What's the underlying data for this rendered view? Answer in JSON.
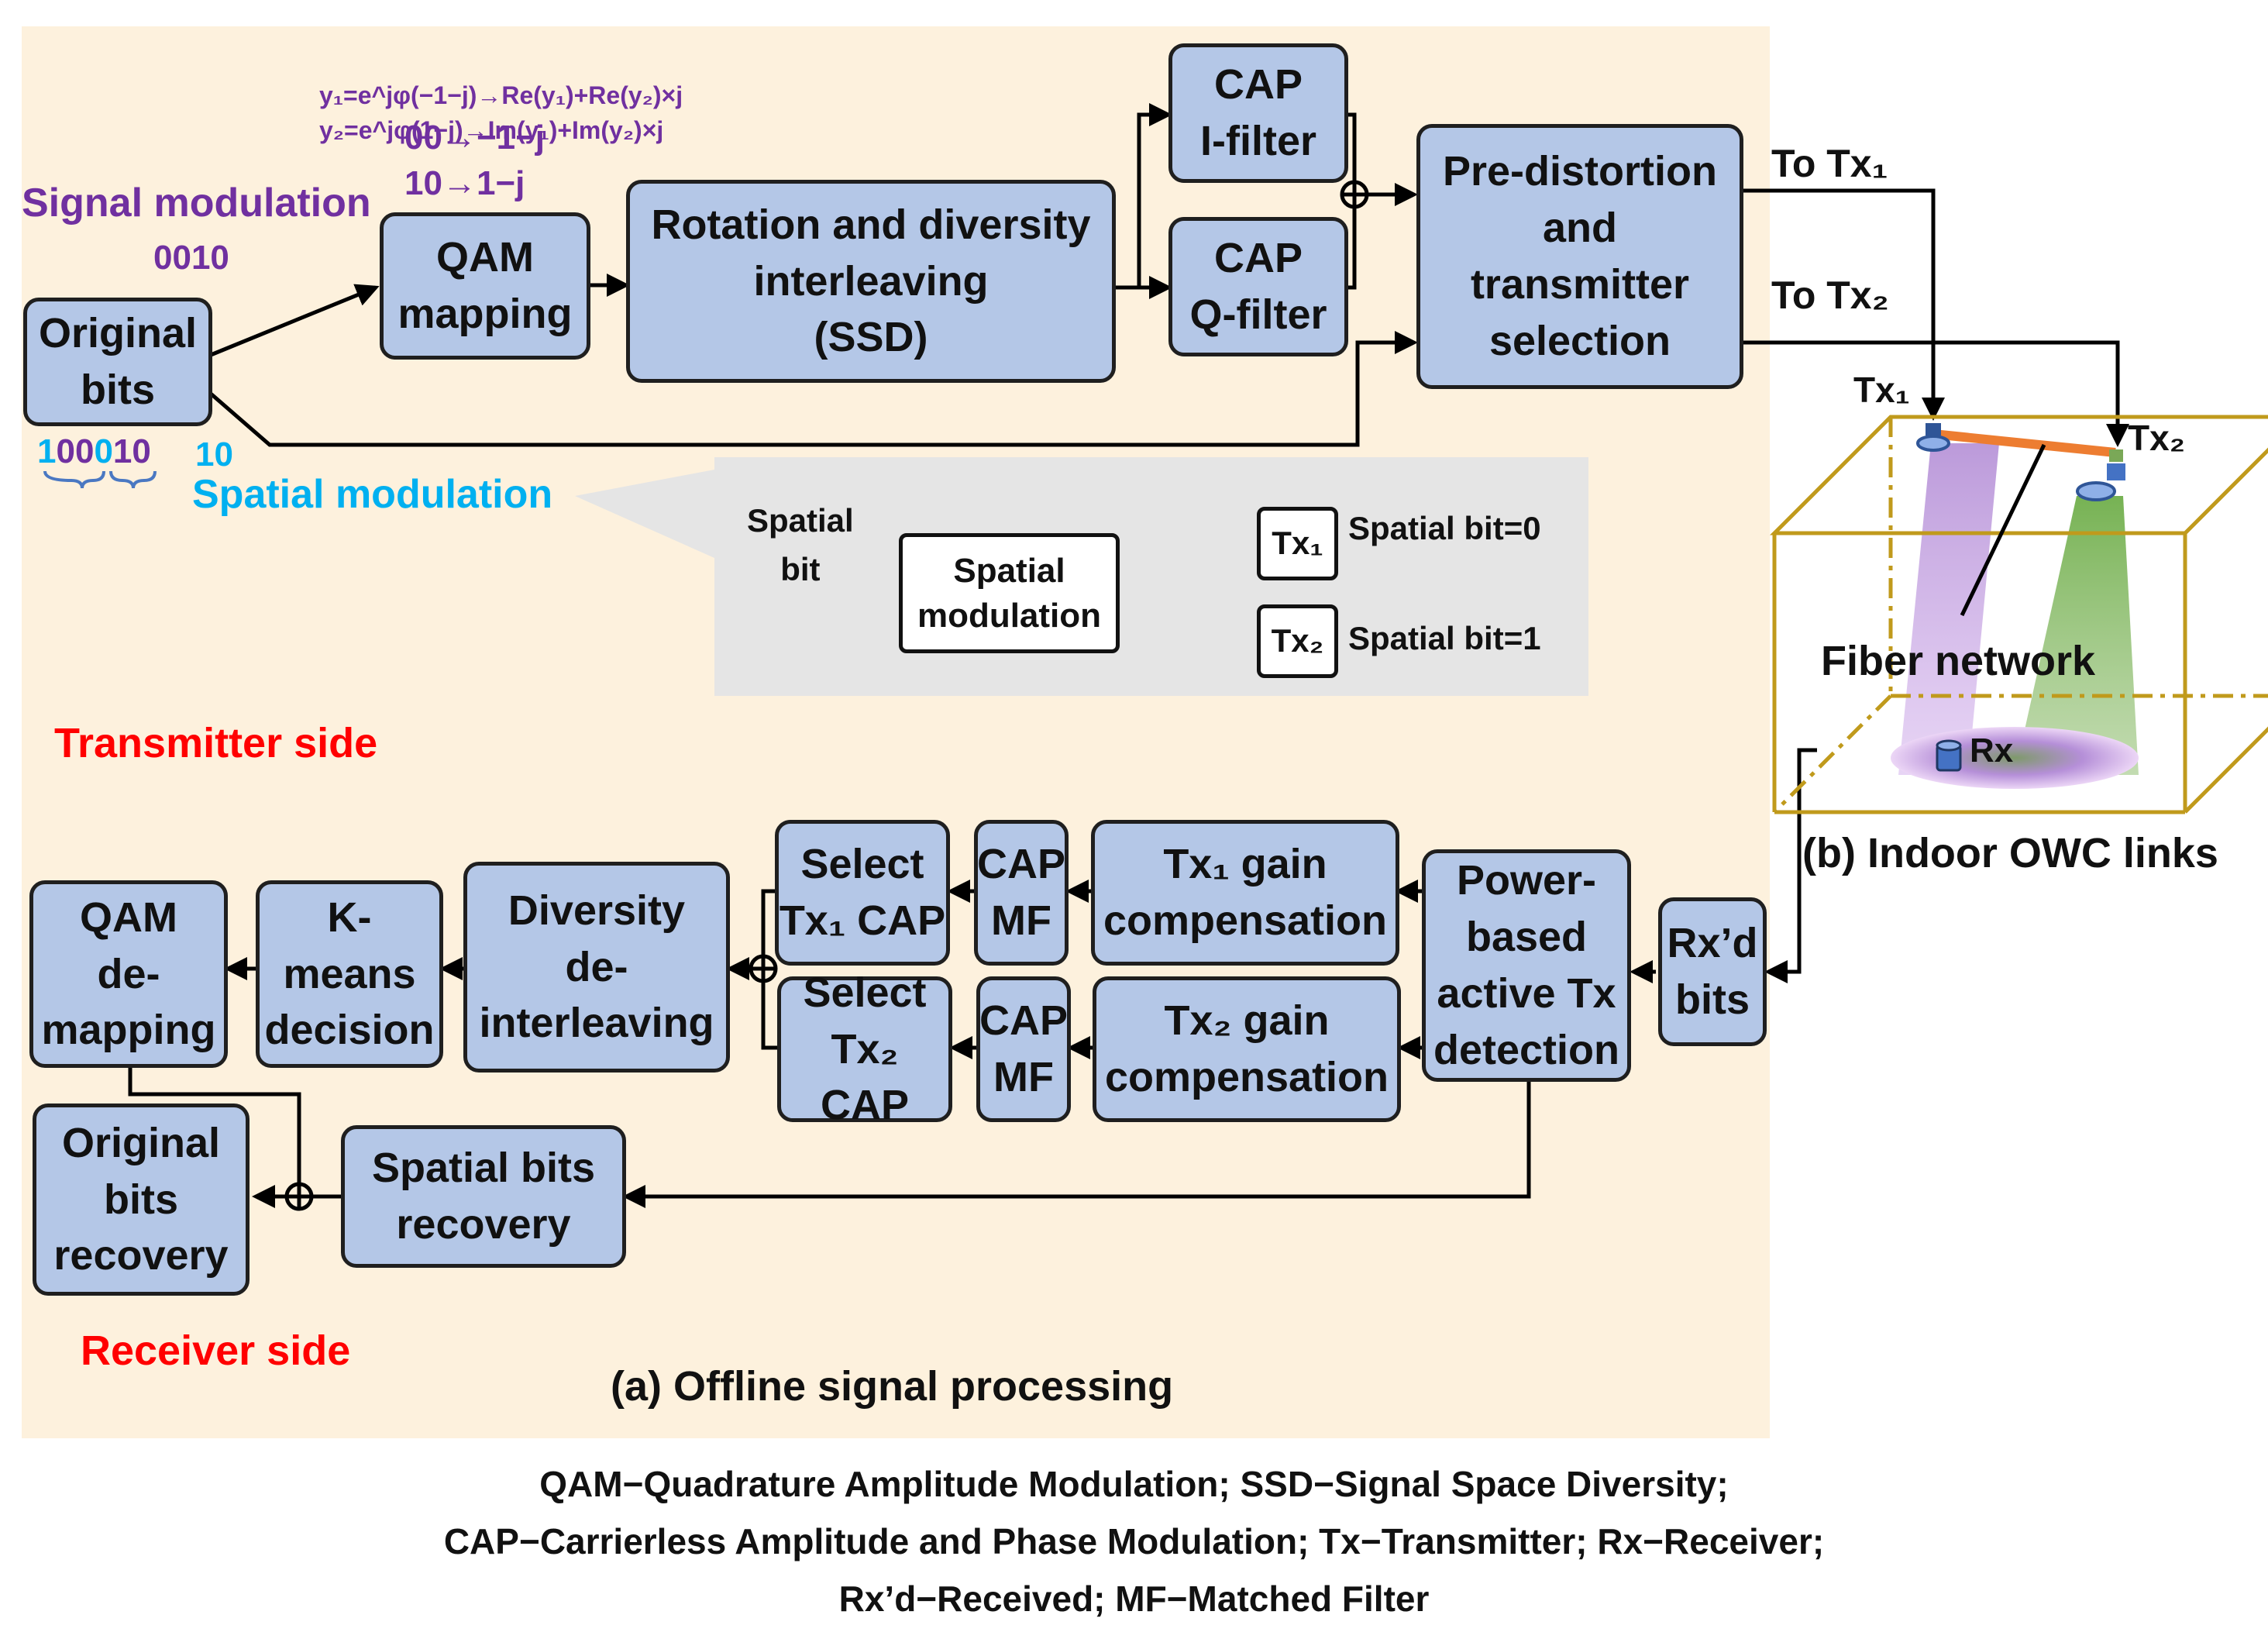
{
  "panel_a_caption": "(a) Offline signal processing",
  "panel_b_caption": "(b) Indoor OWC links",
  "transmitter": {
    "side_label": "Transmitter side",
    "signal_modulation_label": "Signal modulation",
    "spatial_modulation_label": "Spatial modulation",
    "signal_bits": "0010",
    "spatial_bits": "10",
    "bit_sequence": {
      "p1": "1",
      "p2": "00",
      "p3": "0",
      "p4": "10"
    },
    "qam_rule_1": "00→−1−j",
    "qam_rule_2": "10→1−j",
    "rotation_eq_1": "y₁=e^jφ(−1−j)→Re(y₁)+Re(y₂)×j",
    "rotation_eq_2": "y₂=e^jφ(1−j)→Im(y₁)+Im(y₂)×j",
    "blocks": {
      "original_bits": "Original\nbits",
      "qam_mapping": "QAM\nmapping",
      "rotation": "Rotation and diversity\ninterleaving\n(SSD)",
      "cap_i": "CAP\nI-filter",
      "cap_q": "CAP\nQ-filter",
      "predistortion": "Pre-distortion\nand\ntransmitter\nselection"
    },
    "to_tx1": "To Tx₁",
    "to_tx2": "To Tx₂"
  },
  "inset": {
    "input_label": "Spatial\nbit",
    "block": "Spatial\nmodulation",
    "tx1": "Tx₁",
    "tx2": "Tx₂",
    "bit0": "Spatial bit=0",
    "bit1": "Spatial bit=1"
  },
  "receiver": {
    "side_label": "Receiver side",
    "blocks": {
      "rxd_bits": "Rx’d\nbits",
      "power_detect": "Power-\nbased\nactive Tx\ndetection",
      "tx1_gain": "Tx₁ gain\ncompensation",
      "tx2_gain": "Tx₂ gain\ncompensation",
      "cap_mf_1": "CAP\nMF",
      "cap_mf_2": "CAP\nMF",
      "select_tx1": "Select\nTx₁ CAP",
      "select_tx2": "Select\nTx₂ CAP",
      "diversity": "Diversity\nde-\ninterleaving",
      "kmeans": "K-\nmeans\ndecision",
      "qam_demap": "QAM\nde-\nmapping",
      "spatial_recovery": "Spatial bits\nrecovery",
      "original_recovery": "Original\nbits\nrecovery"
    }
  },
  "owc": {
    "tx1": "Tx₁",
    "tx2": "Tx₂",
    "fiber": "Fiber network",
    "rx": "Rx"
  },
  "footnote": {
    "line1": "QAM−Quadrature Amplitude Modulation; SSD−Signal Space Diversity;",
    "line2": "CAP−Carrierless Amplitude and Phase Modulation; Tx−Transmitter; Rx−Receiver;",
    "line3": "Rx’d−Received; MF−Matched Filter"
  },
  "colors": {
    "panel_bg": "#fdf1dd",
    "block_fill": "#b4c7e7",
    "purple_text": "#7030a0",
    "cyan_text": "#00b0f0",
    "red_text": "#ff0000",
    "inset_bg": "#e5e5e5",
    "room_edge": "#c09a1c",
    "fiber": "#ed7d31"
  }
}
